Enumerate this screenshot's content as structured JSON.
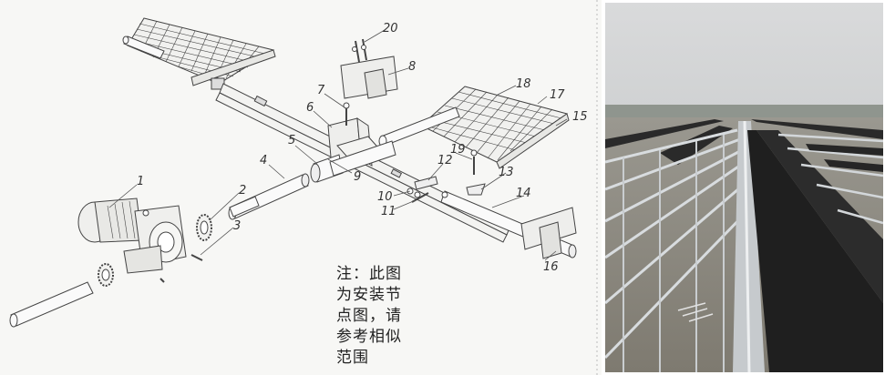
{
  "diagram": {
    "part_labels": [
      {
        "id": "1",
        "text": "1"
      },
      {
        "id": "2",
        "text": "2"
      },
      {
        "id": "3",
        "text": "3"
      },
      {
        "id": "4",
        "text": "4"
      },
      {
        "id": "5",
        "text": "5"
      },
      {
        "id": "6",
        "text": "6"
      },
      {
        "id": "7",
        "text": "7"
      },
      {
        "id": "8",
        "text": "8"
      },
      {
        "id": "9",
        "text": "9"
      },
      {
        "id": "10",
        "text": "10"
      },
      {
        "id": "11",
        "text": "11"
      },
      {
        "id": "12",
        "text": "12"
      },
      {
        "id": "13",
        "text": "13"
      },
      {
        "id": "14",
        "text": "14"
      },
      {
        "id": "15",
        "text": "15"
      },
      {
        "id": "16",
        "text": "16"
      },
      {
        "id": "17",
        "text": "17"
      },
      {
        "id": "18",
        "text": "18"
      },
      {
        "id": "19",
        "text": "19"
      },
      {
        "id": "20",
        "text": "20"
      }
    ],
    "note_lines": [
      "注：此图",
      "为安装节",
      "点图，请",
      "参考相似",
      "范围"
    ]
  }
}
